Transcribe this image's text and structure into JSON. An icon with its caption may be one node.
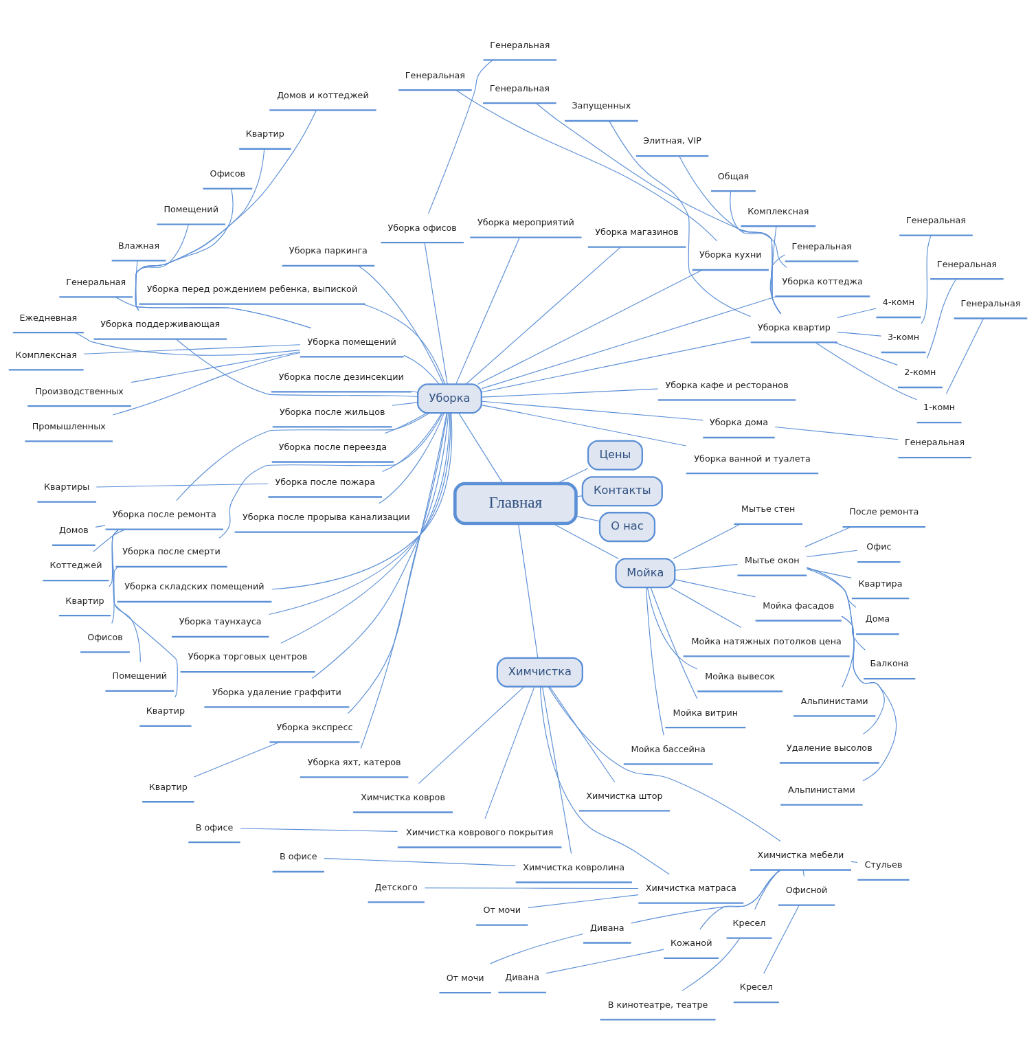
{
  "diagram": {
    "nodes": [
      {
        "text": [
          "Главная"
        ]
      },
      {
        "text": [
          "О нас"
        ]
      },
      {
        "text": [
          "Контакты"
        ]
      },
      {
        "text": [
          "Цены"
        ]
      },
      {
        "text": [
          "Уборка"
        ]
      },
      {
        "text": [
          "Уборка ванной и туалета"
        ]
      },
      {
        "text": [
          "Уборка дома"
        ]
      },
      {
        "text": [
          "Генеральная"
        ]
      },
      {
        "text": [
          "Уборка кафе и ресторанов"
        ]
      },
      {
        "text": [
          "Уборка квартир"
        ]
      },
      {
        "text": [
          "1-комн"
        ]
      },
      {
        "text": [
          "Генеральная"
        ]
      },
      {
        "text": [
          "2-комн"
        ]
      },
      {
        "text": [
          "Генеральная"
        ]
      },
      {
        "text": [
          "3-комн"
        ]
      },
      {
        "text": [
          "Генеральная"
        ]
      },
      {
        "text": [
          "4-комн"
        ]
      },
      {
        "text": [
          "Генеральная"
        ]
      },
      {
        "text": [
          "Комплексная"
        ]
      },
      {
        "text": [
          "Общая"
        ]
      },
      {
        "text": [
          "Элитная, VIP"
        ]
      },
      {
        "text": [
          "Запущенных"
        ]
      },
      {
        "text": [
          "Уборка коттеджа"
        ]
      },
      {
        "text": [
          "Генеральная"
        ]
      },
      {
        "text": [
          "Уборка кухни"
        ]
      },
      {
        "text": [
          "Генеральная"
        ]
      },
      {
        "text": [
          "Уборка магазинов"
        ]
      },
      {
        "text": [
          "Уборка мероприятий"
        ]
      },
      {
        "text": [
          "Уборка офисов"
        ]
      },
      {
        "text": [
          "Генеральная"
        ]
      },
      {
        "text": [
          "Уборка паркинга"
        ]
      },
      {
        "text": [
          "Уборка перед рождением ребенка, выпиской"
        ]
      },
      {
        "text": [
          "Уборка поддерживающая"
        ]
      },
      {
        "text": [
          "Домов и коттеджей"
        ]
      },
      {
        "text": [
          "Квартир"
        ]
      },
      {
        "text": [
          "Офисов"
        ]
      },
      {
        "text": [
          "Помещений"
        ]
      },
      {
        "text": [
          "Уборка помещений"
        ]
      },
      {
        "text": [
          "Влажная"
        ]
      },
      {
        "text": [
          "Генеральная"
        ]
      },
      {
        "text": [
          "Ежедневная"
        ]
      },
      {
        "text": [
          "Комплексная"
        ]
      },
      {
        "text": [
          "Производственных"
        ]
      },
      {
        "text": [
          "Промышленных"
        ]
      },
      {
        "text": [
          "Уборка после дезинсекции"
        ]
      },
      {
        "text": [
          "Уборка после жильцов"
        ]
      },
      {
        "text": [
          "Уборка после переезда"
        ]
      },
      {
        "text": [
          "Уборка после пожара"
        ]
      },
      {
        "text": [
          "Квартиры"
        ]
      },
      {
        "text": [
          "Уборка после прорыва канализации"
        ]
      },
      {
        "text": [
          "Уборка после ремонта"
        ]
      },
      {
        "text": [
          "Домов"
        ]
      },
      {
        "text": [
          "Коттеджей"
        ]
      },
      {
        "text": [
          "Квартир"
        ]
      },
      {
        "text": [
          "Офисов"
        ]
      },
      {
        "text": [
          "Помещений"
        ]
      },
      {
        "text": [
          "Уборка после смерти"
        ]
      },
      {
        "text": [
          "Квартир"
        ]
      },
      {
        "text": [
          "Уборка складских помещений"
        ]
      },
      {
        "text": [
          "Уборка таунхауса"
        ]
      },
      {
        "text": [
          "Уборка торговых центров"
        ]
      },
      {
        "text": [
          "Уборка удаление граффити"
        ]
      },
      {
        "text": [
          "Уборка экспресс"
        ]
      },
      {
        "text": [
          "Квартир"
        ]
      },
      {
        "text": [
          "Уборка яхт, катеров"
        ]
      },
      {
        "text": [
          "Химчистка"
        ]
      },
      {
        "text": [
          "Химчистка ковров"
        ]
      },
      {
        "text": [
          "Химчистка коврового покрытия"
        ]
      },
      {
        "text": [
          "В офисе"
        ]
      },
      {
        "text": [
          "Химчистка ковролина"
        ]
      },
      {
        "text": [
          "В офисе"
        ]
      },
      {
        "text": [
          "Химчистка матраса"
        ]
      },
      {
        "text": [
          "Детского"
        ]
      },
      {
        "text": [
          "От мочи"
        ]
      },
      {
        "text": [
          "Химчистка мебели"
        ]
      },
      {
        "text": [
          "Дивана"
        ]
      },
      {
        "text": [
          "От мочи"
        ]
      },
      {
        "text": [
          "Кожаной"
        ]
      },
      {
        "text": [
          "Дивана"
        ]
      },
      {
        "text": [
          "Кресел"
        ]
      },
      {
        "text": [
          "В кинотеатре, театре"
        ]
      },
      {
        "text": [
          "Офисной"
        ]
      },
      {
        "text": [
          "Кресел"
        ]
      },
      {
        "text": [
          "Стульев"
        ]
      },
      {
        "text": [
          "Химчистка штор"
        ]
      },
      {
        "text": [
          "Мойка"
        ]
      },
      {
        "text": [
          "Мойка бассейна"
        ]
      },
      {
        "text": [
          "Мойка витрин"
        ]
      },
      {
        "text": [
          "Мойка вывесок"
        ]
      },
      {
        "text": [
          "Мойка натяжных потолков цена"
        ]
      },
      {
        "text": [
          "Мойка фасадов"
        ]
      },
      {
        "text": [
          "Альпинистами"
        ]
      },
      {
        "text": [
          "Удаление высолов"
        ]
      },
      {
        "text": [
          "Мытье окон"
        ]
      },
      {
        "text": [
          "Альпинистами"
        ]
      },
      {
        "text": [
          "Балкона"
        ]
      },
      {
        "text": [
          "Дома"
        ]
      },
      {
        "text": [
          "Квартира"
        ]
      },
      {
        "text": [
          "Офис"
        ]
      },
      {
        "text": [
          "После ремонта"
        ]
      },
      {
        "text": [
          "Мытье стен"
        ]
      }
    ],
    "edges": [
      {
        "from": 0,
        "to": 1,
        "arrow": "none"
      },
      {
        "from": 0,
        "to": 2,
        "arrow": "none"
      },
      {
        "from": 0,
        "to": 3,
        "arrow": "none"
      },
      {
        "from": 0,
        "to": 4,
        "arrow": "none"
      },
      {
        "from": 4,
        "to": 5,
        "arrow": "none"
      },
      {
        "from": 4,
        "to": 6,
        "arrow": "none"
      },
      {
        "from": 6,
        "to": 7,
        "arrow": "none"
      },
      {
        "from": 4,
        "to": 8,
        "arrow": "none"
      },
      {
        "from": 4,
        "to": 9,
        "arrow": "none"
      },
      {
        "from": 9,
        "to": 10,
        "arrow": "none"
      },
      {
        "from": 10,
        "to": 11,
        "arrow": "none"
      },
      {
        "from": 9,
        "to": 12,
        "arrow": "none"
      },
      {
        "from": 12,
        "to": 13,
        "arrow": "none"
      },
      {
        "from": 9,
        "to": 14,
        "arrow": "none"
      },
      {
        "from": 14,
        "to": 15,
        "arrow": "none"
      },
      {
        "from": 9,
        "to": 16,
        "arrow": "none"
      },
      {
        "from": 9,
        "to": 17,
        "arrow": "none"
      },
      {
        "from": 9,
        "to": 18,
        "arrow": "none"
      },
      {
        "from": 9,
        "to": 19,
        "arrow": "none"
      },
      {
        "from": 9,
        "to": 20,
        "arrow": "none"
      },
      {
        "from": 9,
        "to": 21,
        "arrow": "none"
      },
      {
        "from": 4,
        "to": 22,
        "arrow": "none"
      },
      {
        "from": 22,
        "to": 23,
        "arrow": "none"
      },
      {
        "from": 4,
        "to": 24,
        "arrow": "none"
      },
      {
        "from": 24,
        "to": 25,
        "arrow": "none"
      },
      {
        "from": 4,
        "to": 26,
        "arrow": "none"
      },
      {
        "from": 4,
        "to": 27,
        "arrow": "none"
      },
      {
        "from": 4,
        "to": 28,
        "arrow": "none"
      },
      {
        "from": 28,
        "to": 29,
        "arrow": "none"
      },
      {
        "from": 4,
        "to": 30,
        "arrow": "none"
      },
      {
        "from": 4,
        "to": 31,
        "arrow": "none"
      },
      {
        "from": 4,
        "to": 32,
        "arrow": "none"
      },
      {
        "from": 32,
        "to": 33,
        "arrow": "none"
      },
      {
        "from": 32,
        "to": 34,
        "arrow": "none"
      },
      {
        "from": 32,
        "to": 35,
        "arrow": "none"
      },
      {
        "from": 32,
        "to": 36,
        "arrow": "none"
      },
      {
        "from": 4,
        "to": 37,
        "arrow": "none"
      },
      {
        "from": 37,
        "to": 38,
        "arrow": "none"
      },
      {
        "from": 37,
        "to": 39,
        "arrow": "none"
      },
      {
        "from": 37,
        "to": 40,
        "arrow": "none"
      },
      {
        "from": 37,
        "to": 41,
        "arrow": "none"
      },
      {
        "from": 37,
        "to": 42,
        "arrow": "none"
      },
      {
        "from": 37,
        "to": 43,
        "arrow": "none"
      },
      {
        "from": 4,
        "to": 44,
        "arrow": "none"
      },
      {
        "from": 4,
        "to": 45,
        "arrow": "none"
      },
      {
        "from": 4,
        "to": 46,
        "arrow": "none"
      },
      {
        "from": 4,
        "to": 47,
        "arrow": "none"
      },
      {
        "from": 47,
        "to": 48,
        "arrow": "none"
      },
      {
        "from": 4,
        "to": 49,
        "arrow": "none"
      },
      {
        "from": 4,
        "to": 50,
        "arrow": "none"
      },
      {
        "from": 50,
        "to": 51,
        "arrow": "none"
      },
      {
        "from": 50,
        "to": 52,
        "arrow": "none"
      },
      {
        "from": 50,
        "to": 53,
        "arrow": "none"
      },
      {
        "from": 50,
        "to": 54,
        "arrow": "none"
      },
      {
        "from": 50,
        "to": 55,
        "arrow": "none"
      },
      {
        "from": 4,
        "to": 56,
        "arrow": "none"
      },
      {
        "from": 56,
        "to": 57,
        "arrow": "none"
      },
      {
        "from": 4,
        "to": 58,
        "arrow": "none"
      },
      {
        "from": 4,
        "to": 59,
        "arrow": "none"
      },
      {
        "from": 4,
        "to": 60,
        "arrow": "none"
      },
      {
        "from": 4,
        "to": 61,
        "arrow": "none"
      },
      {
        "from": 4,
        "to": 62,
        "arrow": "none"
      },
      {
        "from": 62,
        "to": 63,
        "arrow": "none"
      },
      {
        "from": 4,
        "to": 64,
        "arrow": "none"
      },
      {
        "from": 0,
        "to": 65,
        "arrow": "none"
      },
      {
        "from": 65,
        "to": 66,
        "arrow": "none"
      },
      {
        "from": 65,
        "to": 67,
        "arrow": "none"
      },
      {
        "from": 67,
        "to": 68,
        "arrow": "none"
      },
      {
        "from": 65,
        "to": 69,
        "arrow": "none"
      },
      {
        "from": 69,
        "to": 70,
        "arrow": "none"
      },
      {
        "from": 65,
        "to": 71,
        "arrow": "none"
      },
      {
        "from": 71,
        "to": 72,
        "arrow": "none"
      },
      {
        "from": 71,
        "to": 73,
        "arrow": "none"
      },
      {
        "from": 65,
        "to": 74,
        "arrow": "none"
      },
      {
        "from": 74,
        "to": 75,
        "arrow": "none"
      },
      {
        "from": 75,
        "to": 76,
        "arrow": "none"
      },
      {
        "from": 74,
        "to": 77,
        "arrow": "none"
      },
      {
        "from": 77,
        "to": 78,
        "arrow": "none"
      },
      {
        "from": 74,
        "to": 79,
        "arrow": "none"
      },
      {
        "from": 79,
        "to": 80,
        "arrow": "none"
      },
      {
        "from": 74,
        "to": 81,
        "arrow": "none"
      },
      {
        "from": 81,
        "to": 82,
        "arrow": "none"
      },
      {
        "from": 74,
        "to": 83,
        "arrow": "none"
      },
      {
        "from": 65,
        "to": 84,
        "arrow": "none"
      },
      {
        "from": 0,
        "to": 85,
        "arrow": "none"
      },
      {
        "from": 85,
        "to": 86,
        "arrow": "none"
      },
      {
        "from": 85,
        "to": 87,
        "arrow": "none"
      },
      {
        "from": 85,
        "to": 88,
        "arrow": "none"
      },
      {
        "from": 85,
        "to": 89,
        "arrow": "none"
      },
      {
        "from": 85,
        "to": 90,
        "arrow": "none"
      },
      {
        "from": 90,
        "to": 91,
        "arrow": "none"
      },
      {
        "from": 90,
        "to": 92,
        "arrow": "none"
      },
      {
        "from": 85,
        "to": 93,
        "arrow": "none"
      },
      {
        "from": 93,
        "to": 94,
        "arrow": "none"
      },
      {
        "from": 93,
        "to": 95,
        "arrow": "none"
      },
      {
        "from": 93,
        "to": 96,
        "arrow": "none"
      },
      {
        "from": 93,
        "to": 97,
        "arrow": "none"
      },
      {
        "from": 93,
        "to": 98,
        "arrow": "none"
      },
      {
        "from": 93,
        "to": 99,
        "arrow": "none"
      },
      {
        "from": 85,
        "to": 100,
        "arrow": "none"
      }
    ]
  }
}
